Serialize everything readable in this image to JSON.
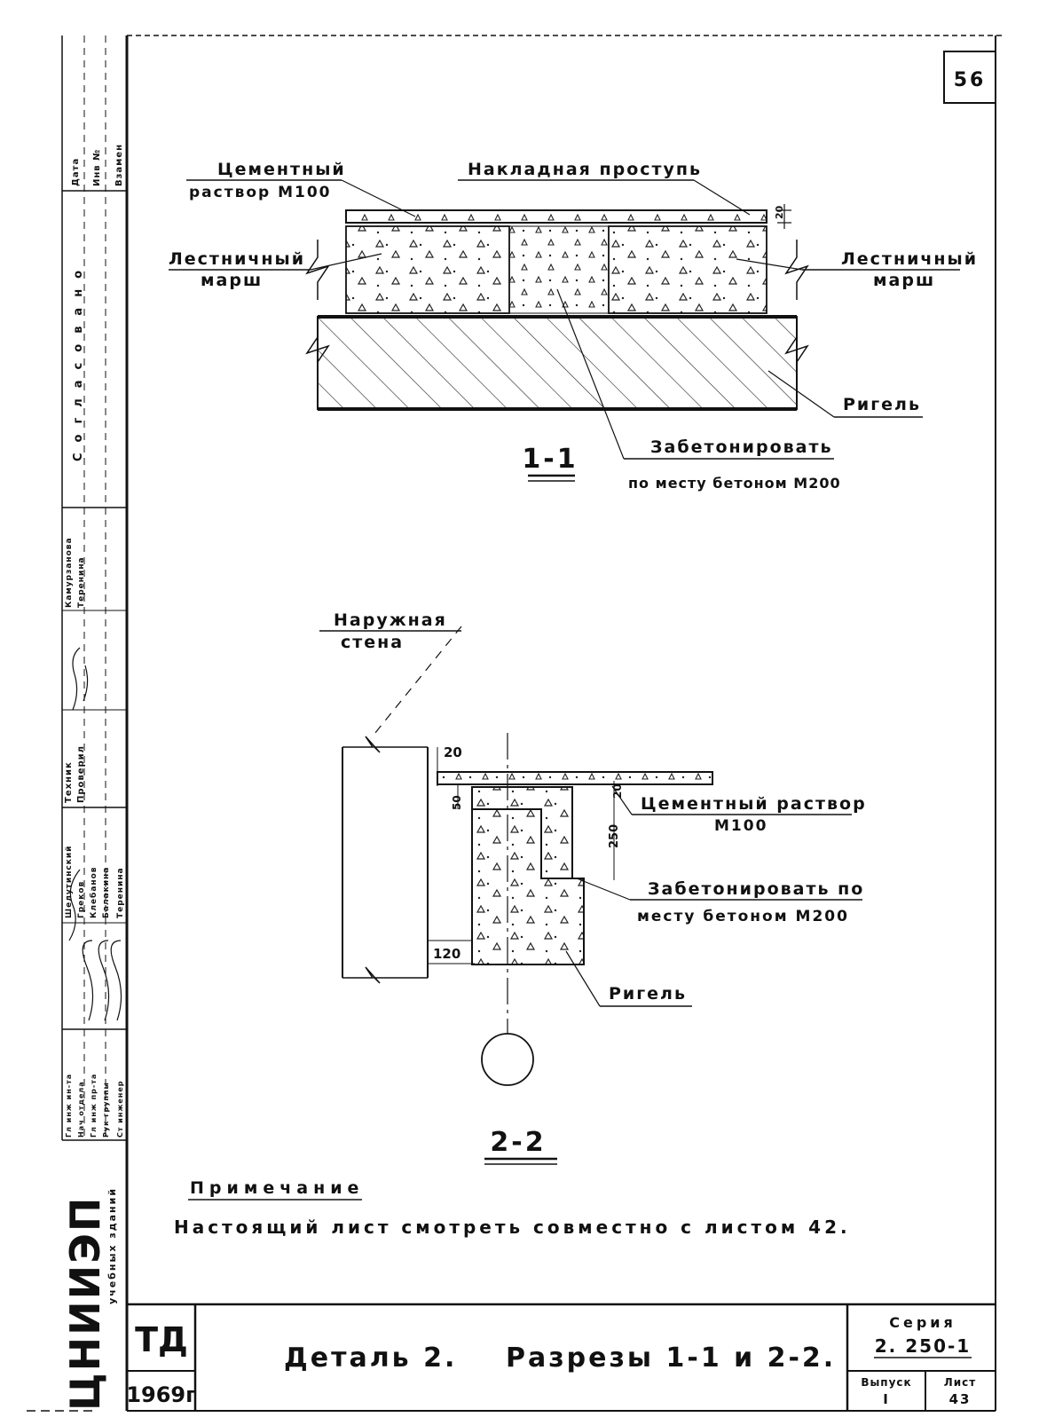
{
  "sheet": {
    "page_number": "56",
    "section_1": {
      "label": "1-1",
      "callouts": {
        "mortar_line1": "Цементный",
        "mortar_line2": "раствор М100",
        "tread": "Накладная проступь",
        "flight_left_line1": "Лестничный",
        "flight_left_line2": "марш",
        "flight_right_line1": "Лестничный",
        "flight_right_line2": "марш",
        "girder": "Ригель",
        "concrete_line1": "Забетонировать",
        "concrete_line2": "по месту бетоном М200"
      },
      "dims": {
        "top": "20"
      }
    },
    "section_2": {
      "label": "2-2",
      "callouts": {
        "wall_line1": "Наружная",
        "wall_line2": "стена",
        "mortar_line1": "Цементный раствор",
        "mortar_line2": "М100",
        "concrete_line1": "Забетонировать по",
        "concrete_line2": "месту бетоном М200",
        "girder": "Ригель"
      },
      "dims": {
        "top": "20",
        "d50": "50",
        "d20": "20",
        "d250": "250",
        "bottom": "120"
      }
    },
    "note": {
      "heading": "Примечание",
      "text": "Настоящий лист смотреть совместно с листом 42."
    },
    "title_block": {
      "code": "ТД",
      "year": "1969г",
      "title_left": "Деталь 2.",
      "title_right": "Разрезы 1-1 и 2-2.",
      "series_label": "Серия",
      "series": "2. 250-1",
      "issue_label": "Выпуск",
      "issue": "I",
      "sheet_label": "Лист",
      "sheet": "43"
    },
    "sidebar": {
      "org": "ЦНИИЭП",
      "org_sub": "учебных зданий",
      "approval": "Согласовано",
      "date_label": "Дата",
      "inv_label": "Инв №",
      "replace_label": "Взамен",
      "roles": [
        "Ст инженер",
        "Рук группы",
        "Гл инж пр-та",
        "Нач отдела",
        "Гл инж ин-та"
      ],
      "names": [
        "Теренина",
        "Балакина",
        "Клебанов",
        "Греков",
        "Шелутинский"
      ],
      "check_roles": [
        "Проверил",
        "Техник"
      ],
      "check_names": [
        "Теренина",
        "Камурзанова"
      ]
    }
  }
}
